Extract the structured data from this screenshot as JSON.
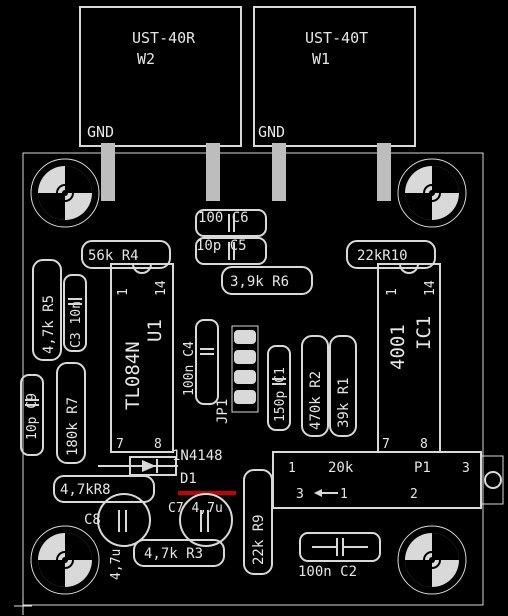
{
  "colors": {
    "background": "#000000",
    "outline": "#d9d9d9",
    "silk_text": "#e6e6e6",
    "pad": "#bdbdbd",
    "trace": "#c80000"
  },
  "transformers": [
    {
      "part": "UST-40R",
      "ref": "W2",
      "gnd": "GND"
    },
    {
      "part": "UST-40T",
      "ref": "W1",
      "gnd": "GND"
    }
  ],
  "ics": [
    {
      "part": "TL084N",
      "ref": "U1",
      "pin1": "1",
      "pin14": "14",
      "pin7": "7",
      "pin8": "8"
    },
    {
      "part": "4001",
      "ref": "IC1",
      "pin1": "1",
      "pin14": "14",
      "pin7": "7",
      "pin8": "8"
    }
  ],
  "components": {
    "R4": "56k R4",
    "R10": "22kR10",
    "C6": "100 C6",
    "C5": "10p C5",
    "R6": "3,9k R6",
    "R5": "4,7k R5",
    "C3": "C3 10n",
    "C4": "100n C4",
    "JP1": "JP1",
    "C1": "150p C1",
    "R2": "470k R2",
    "R1": "39k R1",
    "C9": "10p C9",
    "R7": "180k R7",
    "D1_part": "1N4148",
    "D1_ref": "D1",
    "R8": "4,7kR8",
    "C8": "C8",
    "C8_value": "4,7u",
    "C7": "C7 4,7u",
    "R3": "4,7k R3",
    "R9": "22k R9",
    "C2": "100n C2"
  },
  "pot": {
    "ref": "P1",
    "value": "20k",
    "pin_a": "1",
    "pin_b": "3",
    "pin_left": "3",
    "pin_mid": "1",
    "pin_right": "2"
  }
}
